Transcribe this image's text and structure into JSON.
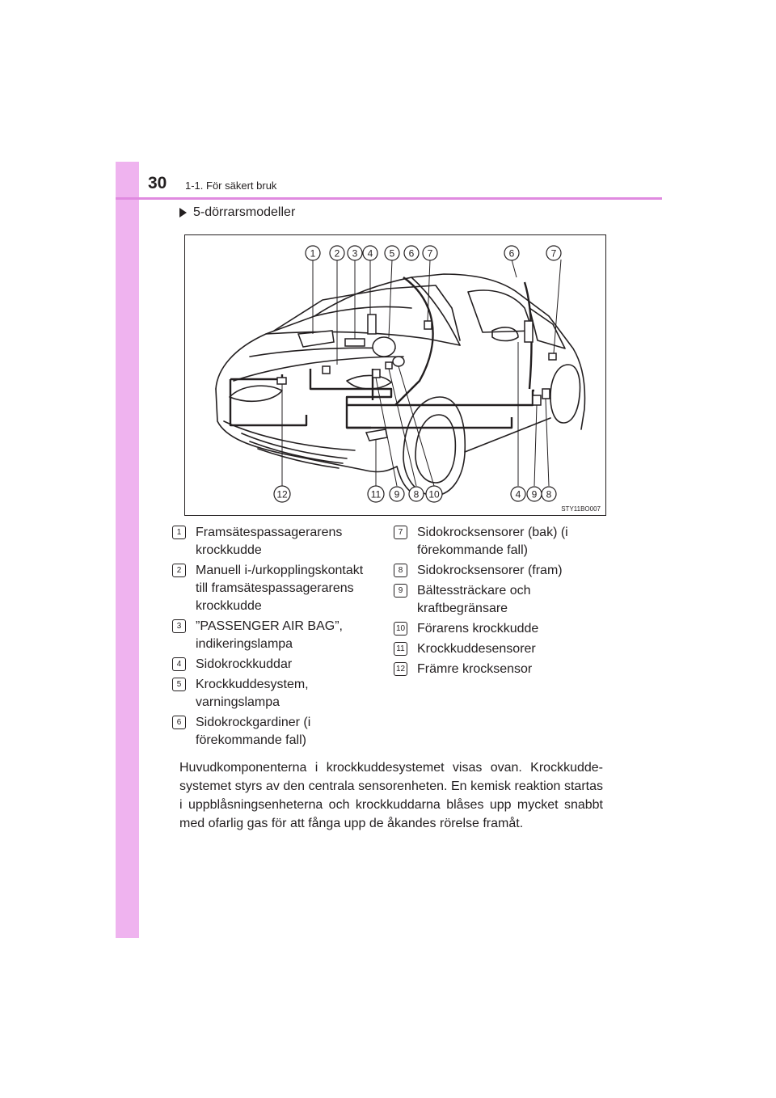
{
  "header": {
    "page_number": "30",
    "section": "1-1. För säkert bruk"
  },
  "subheading": "5-dörrarsmodeller",
  "figure": {
    "code": "STY11BO007",
    "callouts_top": [
      "1",
      "2",
      "3",
      "4",
      "5",
      "6",
      "7",
      "6",
      "7"
    ],
    "callouts_bottom": [
      "12",
      "11",
      "9",
      "8",
      "10",
      "4",
      "9",
      "8"
    ]
  },
  "legend": [
    {
      "num": "1",
      "text": "Framsätespassagerarens krockkudde"
    },
    {
      "num": "2",
      "text": "Manuell i-/urkopplingskontakt till framsätespassagerarens krockkudde"
    },
    {
      "num": "3",
      "text": "”PASSENGER AIR BAG”, indikeringslampa"
    },
    {
      "num": "4",
      "text": "Sidokrockkuddar"
    },
    {
      "num": "5",
      "text": "Krockkuddesystem, varningslampa"
    },
    {
      "num": "6",
      "text": "Sidokrockgardiner (i förekommande fall)"
    },
    {
      "num": "7",
      "text": "Sidokrocksensorer (bak) (i förekommande fall)"
    },
    {
      "num": "8",
      "text": "Sidokrocksensorer (fram)"
    },
    {
      "num": "9",
      "text": "Bältessträckare och kraftbegränsare"
    },
    {
      "num": "10",
      "text": "Förarens krockkudde"
    },
    {
      "num": "11",
      "text": "Krockkuddesensorer"
    },
    {
      "num": "12",
      "text": "Främre krocksensor"
    }
  ],
  "body_text": "Huvudkomponenterna i krockkuddesystemet visas ovan. Krockkudde-systemet styrs av den centrala sensorenheten. En kemisk reaktion startas i uppblåsningsenheterna och krockkuddarna blåses upp mycket snabbt med ofarlig gas för att fånga upp de åkandes rörelse framåt.",
  "colors": {
    "accent": "#efb3ef",
    "rule": "#e08ae0",
    "text": "#231f20"
  }
}
